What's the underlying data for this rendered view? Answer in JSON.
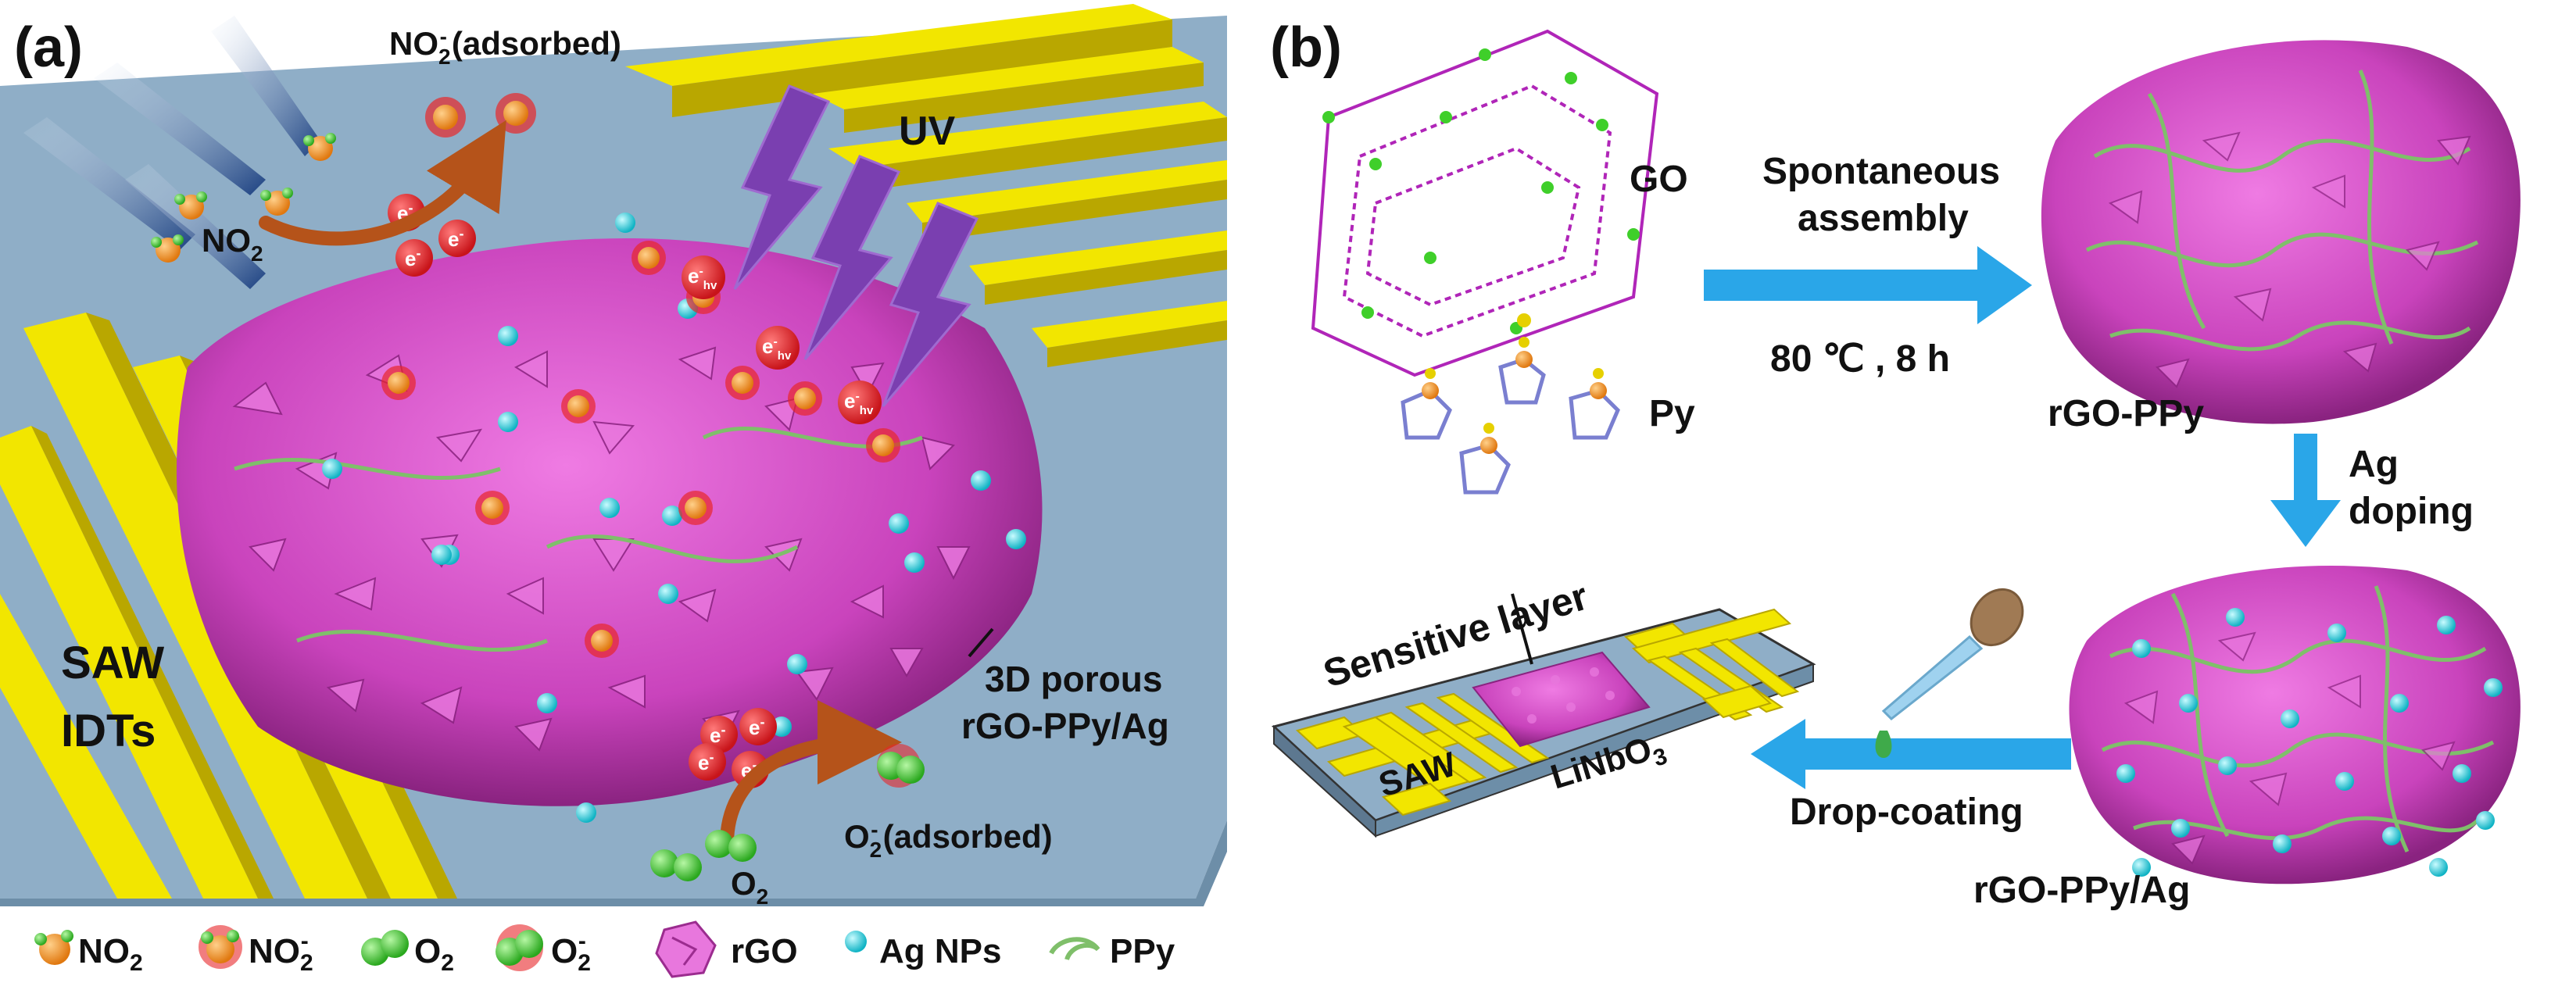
{
  "panel_a": {
    "tag": "(a)",
    "label_uv": "UV",
    "label_no2": "NO",
    "label_no2_sub": "2",
    "label_no2_adsorbed_pre": "NO",
    "label_no2_adsorbed_post": "(adsorbed)",
    "label_no2_adsorbed_sub": "2",
    "label_no2_adsorbed_sup": "-",
    "label_saw": "SAW",
    "label_idts": "IDTs",
    "label_3d_1": "3D porous",
    "label_3d_2": "rGO-PPy/Ag",
    "label_o2": "O",
    "label_o2_sub": "2",
    "label_o2_adsorbed_pre": "O",
    "label_o2_adsorbed_sub": "2",
    "label_o2_adsorbed_sup": "-",
    "label_o2_adsorbed_post": "(adsorbed)",
    "electron": "e",
    "electron_sup": "-",
    "hole": "e",
    "hole_sup": "-",
    "hole_sub": "hv"
  },
  "panel_b": {
    "tag": "(b)",
    "label_go": "GO",
    "label_py": "Py",
    "label_step1_a": "Spontaneous",
    "label_step1_b": "assembly",
    "label_step1_cond": "80 ℃ , 8 h",
    "label_rgo_ppy": "rGO-PPy",
    "label_step2_a": "Ag",
    "label_step2_b": "doping",
    "label_rgo_ppy_ag": "rGO-PPy/Ag",
    "label_step3": "Drop-coating",
    "label_sensitive": "Sensitive layer",
    "label_saw": "SAW",
    "label_linbo_pre": "LiNbO",
    "label_linbo_sub": "3"
  },
  "legend": {
    "items": [
      {
        "label": "NO",
        "sub": "2",
        "sup": ""
      },
      {
        "label": "NO",
        "sub": "2",
        "sup": "-"
      },
      {
        "label": "O",
        "sub": "2",
        "sup": ""
      },
      {
        "label": "O",
        "sub": "2",
        "sup": "-"
      },
      {
        "label": "rGO",
        "sub": "",
        "sup": ""
      },
      {
        "label": "Ag NPs",
        "sub": "",
        "sup": ""
      },
      {
        "label": "PPy",
        "sub": "",
        "sup": ""
      }
    ]
  },
  "colors": {
    "substrate": "#8faec7",
    "electrode": "#f2e600",
    "electrode_shade": "#b9a700",
    "rgo": "#d14fc6",
    "rgo_dark": "#9b2c8f",
    "ag": "#19c6d6",
    "ppy": "#7fbf6a",
    "arrow_blue": "#2aa6e8",
    "uv": "#7a3fb0",
    "electron": "#e8262a",
    "no2_orange": "#f08a1c",
    "o2_green": "#3fbf2f"
  }
}
